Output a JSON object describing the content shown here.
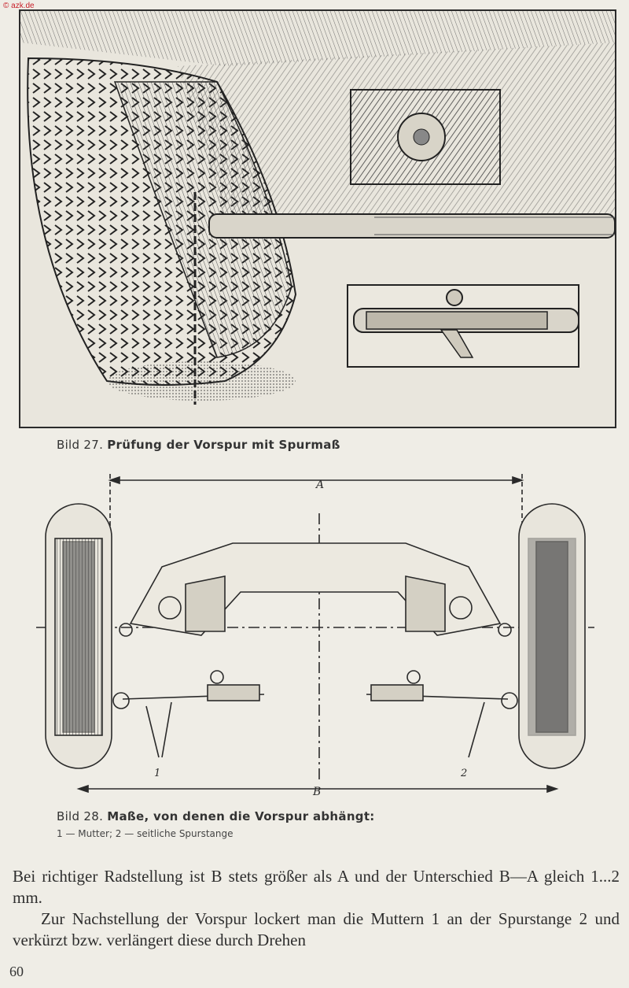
{
  "watermark": "© azk.de",
  "figure27": {
    "number": "Bild 27.",
    "title": "Prüfung der Vorspur mit Spurmaß"
  },
  "figure28": {
    "number": "Bild 28.",
    "title": "Maße, von denen die Vorspur abhängt:",
    "legend": "1 — Mutter; 2 — seitliche Spurstange",
    "label_A": "A",
    "label_B": "B",
    "label_1": "1",
    "label_2": "2"
  },
  "text": {
    "paragraph1": "Bei richtiger Radstellung ist B stets größer als A und der Unterschied B—A gleich 1...2 mm.",
    "paragraph2": "Zur Nachstellung der Vorspur lockert man die Muttern 1 an der Spurstange 2 und verkürzt bzw. verlängert diese durch Drehen"
  },
  "page_number": "60"
}
